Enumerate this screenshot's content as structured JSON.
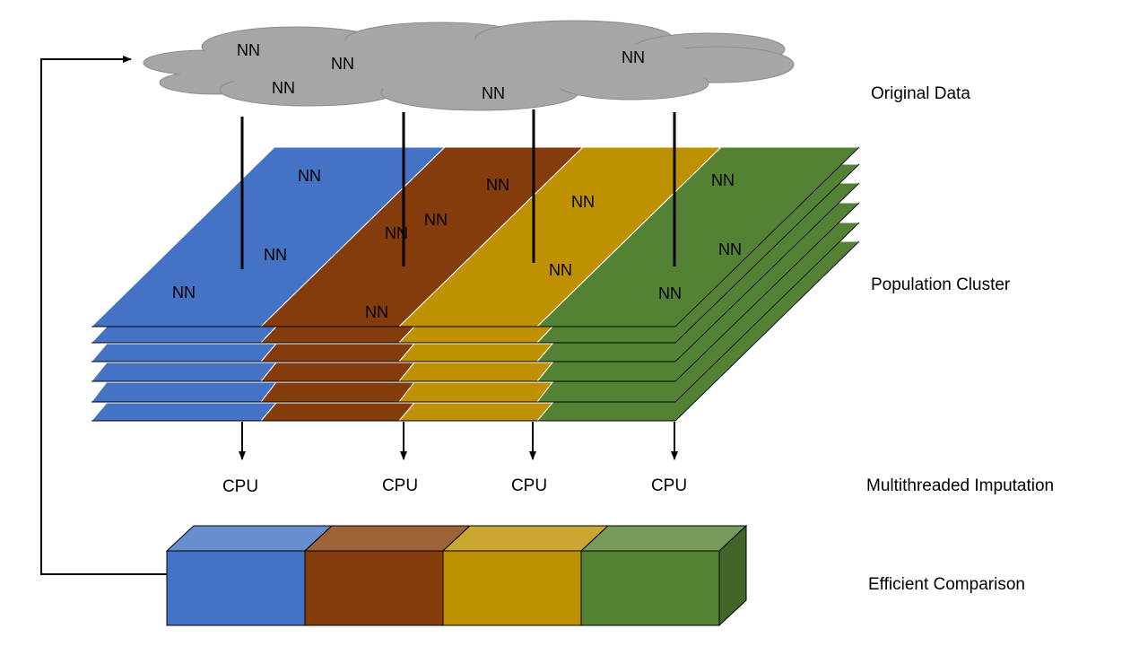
{
  "layer_labels": {
    "original_data": "Original Data",
    "population_cluster": "Population Cluster",
    "multithreaded_imputation": "Multithreaded Imputation",
    "efficient_comparison": "Efficient Comparison"
  },
  "cloud_nodes": [
    "NN",
    "NN",
    "NN",
    "NN",
    "NN"
  ],
  "cluster_nodes": [
    "NN",
    "NN",
    "NN",
    "NN",
    "NN",
    "NN",
    "NN",
    "NN",
    "NN",
    "NN",
    "NN",
    "NN"
  ],
  "cpus": [
    "CPU",
    "CPU",
    "CPU",
    "CPU"
  ],
  "colors": {
    "cloud": "#a6a6a6",
    "blue": "#4472c4",
    "brown": "#843c0c",
    "gold": "#bf9000",
    "green": "#548235",
    "blue_top": "#698ed0",
    "brown_top": "#9d6339",
    "gold_top": "#cca633",
    "green_top": "#769b5d",
    "green_side": "#416628"
  }
}
